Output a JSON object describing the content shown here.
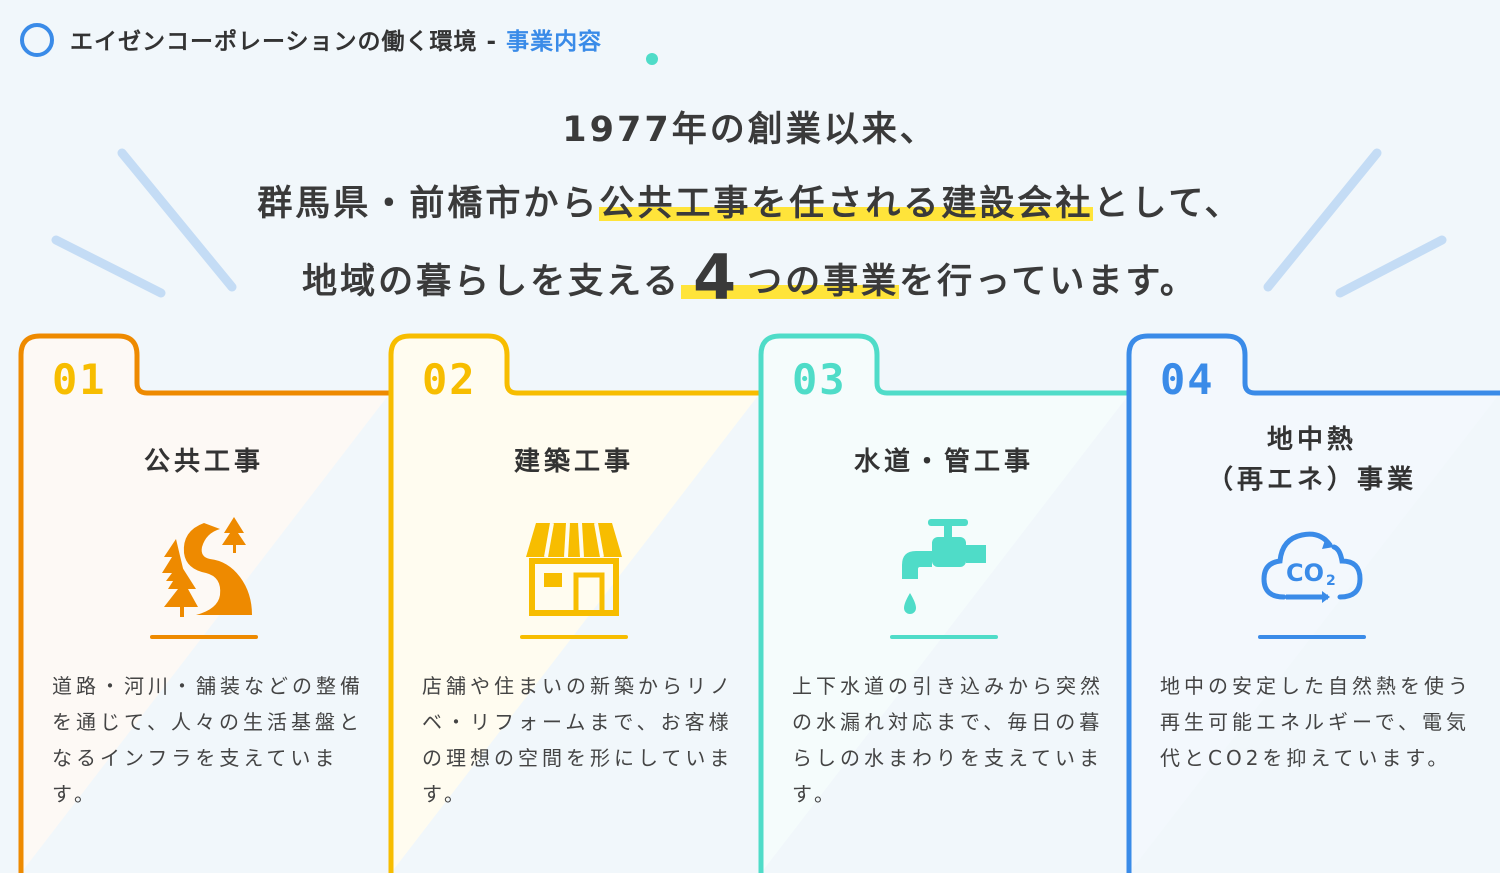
{
  "header": {
    "title": "エイゼンコーポレーションの働く環境 - ",
    "title_highlight": "事業内容",
    "accent_color": "#3a8be8"
  },
  "headline": {
    "line1": "1977年の創業以来、",
    "line2_pre": "群馬県・前橋市から",
    "line2_mark": "公共工事を任される建設会社",
    "line2_post": "として、",
    "line3_pre": "地域の暮らしを支える",
    "line3_big": "4",
    "line3_mark": "つの事業",
    "line3_post": "を行っています。"
  },
  "cards": [
    {
      "num": "01",
      "title": "公共工事",
      "icon": "road-trees-icon",
      "color": "#ee8a00",
      "desc": "道路・河川・舗装などの整備を通じて、人々の生活基盤となるインフラを支えています。"
    },
    {
      "num": "02",
      "title": "建築工事",
      "icon": "storefront-icon",
      "color": "#f7bd00",
      "desc": "店舗や住まいの新築からリノベ・リフォームまで、お客様の理想の空間を形にしています。"
    },
    {
      "num": "03",
      "title": "水道・管工事",
      "icon": "water-faucet-icon",
      "color": "#4fdcc8",
      "desc": "上下水道の引き込みから突然の水漏れ対応まで、毎日の暮らしの水まわりを支えています。"
    },
    {
      "num": "04",
      "title_line1": "地中熱",
      "title_line2": "（再エネ）事業",
      "icon": "co2-cloud-icon",
      "color": "#3a8be8",
      "desc": "地中の安定した自然熱を使う再生可能エネルギーで、電気代とCO2を抑えています。"
    }
  ]
}
